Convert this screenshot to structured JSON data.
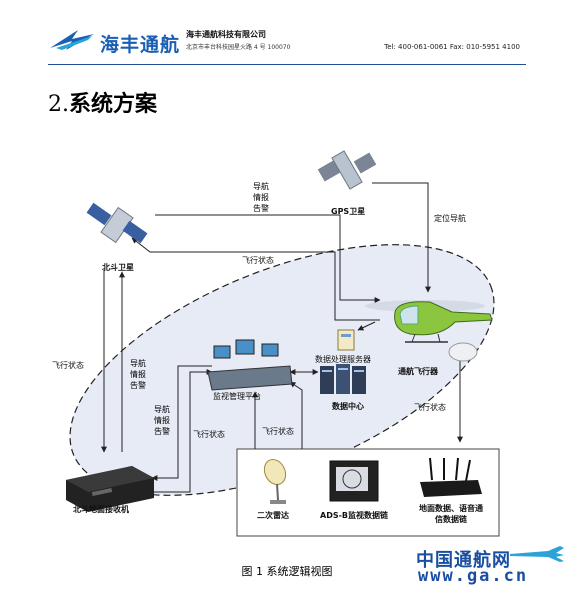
{
  "header": {
    "logo_name": "海丰通航",
    "company_name": "海丰通航科技有限公司",
    "company_address": "北京市丰台科技园星火路 4 号 100070",
    "contact": "Tel: 400-061-0061 Fax: 010-5951 4100"
  },
  "section": {
    "number": "2.",
    "title": "系统方案"
  },
  "diagram": {
    "nodes": {
      "gps": "GPS卫星",
      "beidou": "北斗卫星",
      "aircraft": "通航飞行器",
      "data_center": "数据中心",
      "data_server": "数据处理服务器",
      "monitor": "监视管理平台",
      "ground_receiver": "北斗地面接收机",
      "radar": "二次雷达",
      "adsb": "ADS-B监视数据链",
      "ground_link": "地面数据、语音通信数据链"
    },
    "edges": {
      "nav_alert": "导航情报告警",
      "flight_status": "飞行状态",
      "positioning": "定位导航"
    }
  },
  "caption": "图 1 系统逻辑视图",
  "watermark": {
    "cn": "中国通航网",
    "url": "www.ga.cn"
  },
  "colors": {
    "brand": "#1a5fb4",
    "ellipse_fill": "#e6ebf5",
    "line": "#222222"
  }
}
